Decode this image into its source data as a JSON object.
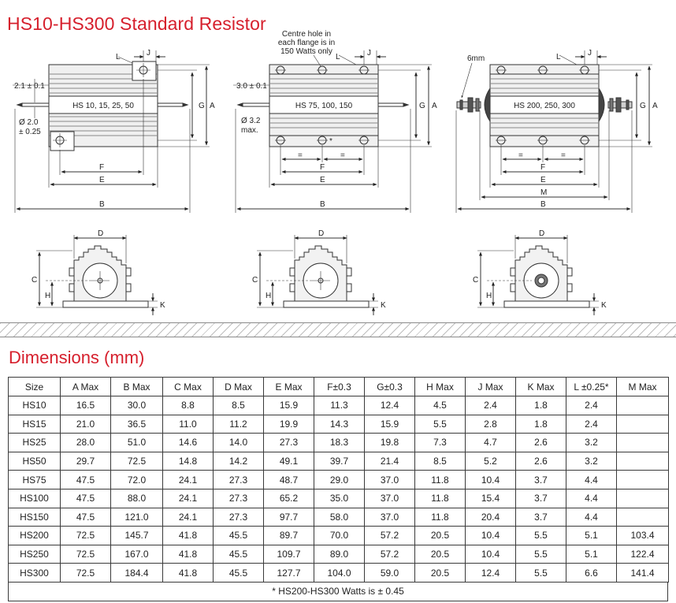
{
  "page": {
    "title": "HS10-HS300 Standard Resistor",
    "subtitle": "Dimensions (mm)"
  },
  "drawings": {
    "model1_label": "HS 10, 15, 25, 50",
    "model2_label": "HS 75, 100, 150",
    "model3_label": "HS 200, 250, 300",
    "note_line1": "Centre hole in",
    "note_line2": "each flange is in",
    "note_line3": "150 Watts only",
    "lead_dia1_line1": "Ø 2.0",
    "lead_dia1_line2": "± 0.25",
    "lead_len1": "2.1 ± 0.1",
    "lead_len2": "3.0 ± 0.1",
    "lead_dia2_line1": "Ø 3.2",
    "lead_dia2_line2": "max.",
    "stud": "6mm",
    "star": "*",
    "eq": "=",
    "dim_a": "A",
    "dim_b": "B",
    "dim_c": "C",
    "dim_d": "D",
    "dim_e": "E",
    "dim_f": "F",
    "dim_g": "G",
    "dim_h": "H",
    "dim_j": "J",
    "dim_k": "K",
    "dim_l": "L",
    "dim_m": "M"
  },
  "table": {
    "headers": [
      "Size",
      "A Max",
      "B Max",
      "C Max",
      "D Max",
      "E Max",
      "F±0.3",
      "G±0.3",
      "H Max",
      "J Max",
      "K Max",
      "L ±0.25*",
      "M Max"
    ],
    "rows": [
      [
        "HS10",
        "16.5",
        "30.0",
        "8.8",
        "8.5",
        "15.9",
        "11.3",
        "12.4",
        "4.5",
        "2.4",
        "1.8",
        "2.4",
        ""
      ],
      [
        "HS15",
        "21.0",
        "36.5",
        "11.0",
        "11.2",
        "19.9",
        "14.3",
        "15.9",
        "5.5",
        "2.8",
        "1.8",
        "2.4",
        ""
      ],
      [
        "HS25",
        "28.0",
        "51.0",
        "14.6",
        "14.0",
        "27.3",
        "18.3",
        "19.8",
        "7.3",
        "4.7",
        "2.6",
        "3.2",
        ""
      ],
      [
        "HS50",
        "29.7",
        "72.5",
        "14.8",
        "14.2",
        "49.1",
        "39.7",
        "21.4",
        "8.5",
        "5.2",
        "2.6",
        "3.2",
        ""
      ],
      [
        "HS75",
        "47.5",
        "72.0",
        "24.1",
        "27.3",
        "48.7",
        "29.0",
        "37.0",
        "11.8",
        "10.4",
        "3.7",
        "4.4",
        ""
      ],
      [
        "HS100",
        "47.5",
        "88.0",
        "24.1",
        "27.3",
        "65.2",
        "35.0",
        "37.0",
        "11.8",
        "15.4",
        "3.7",
        "4.4",
        ""
      ],
      [
        "HS150",
        "47.5",
        "121.0",
        "24.1",
        "27.3",
        "97.7",
        "58.0",
        "37.0",
        "11.8",
        "20.4",
        "3.7",
        "4.4",
        ""
      ],
      [
        "HS200",
        "72.5",
        "145.7",
        "41.8",
        "45.5",
        "89.7",
        "70.0",
        "57.2",
        "20.5",
        "10.4",
        "5.5",
        "5.1",
        "103.4"
      ],
      [
        "HS250",
        "72.5",
        "167.0",
        "41.8",
        "45.5",
        "109.7",
        "89.0",
        "57.2",
        "20.5",
        "10.4",
        "5.5",
        "5.1",
        "122.4"
      ],
      [
        "HS300",
        "72.5",
        "184.4",
        "41.8",
        "45.5",
        "127.7",
        "104.0",
        "59.0",
        "20.5",
        "12.4",
        "5.5",
        "6.6",
        "141.4"
      ]
    ],
    "footnote": "* HS200-HS300 Watts is ± 0.45"
  },
  "colors": {
    "accent": "#d61f2c",
    "line": "#333333",
    "body": "#f0f0f0"
  }
}
